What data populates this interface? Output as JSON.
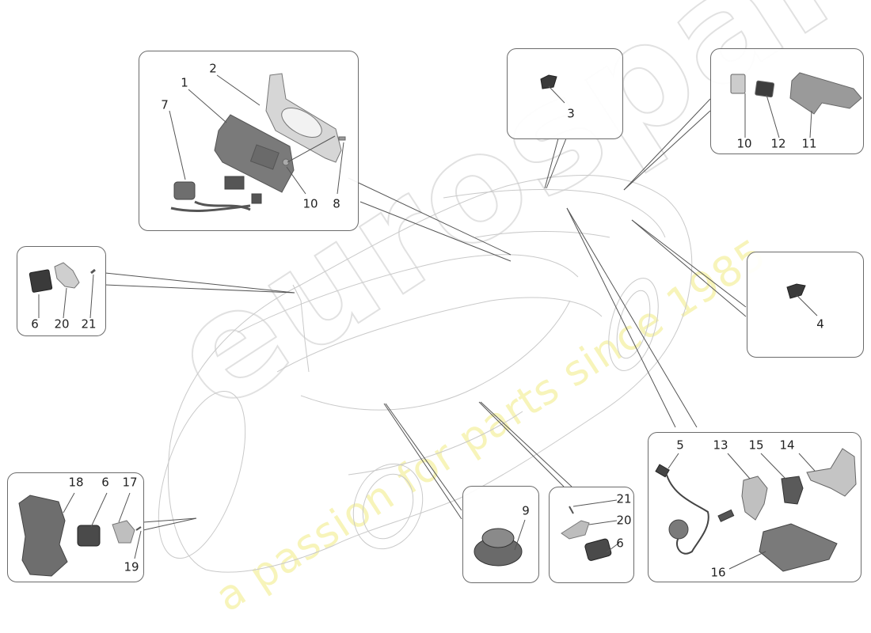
{
  "watermark": {
    "brand": "eurospares",
    "tagline": "a passion for parts since 1985"
  },
  "diagram": {
    "type": "exploded parts diagram",
    "subject": "car body outline with callout boxes of electronic components",
    "groups": [
      {
        "id": "ecu-group",
        "labels": [
          "1",
          "2",
          "7",
          "10",
          "8"
        ]
      },
      {
        "id": "sensor-3-group",
        "labels": [
          "3"
        ]
      },
      {
        "id": "roof-module-group",
        "labels": [
          "10",
          "12",
          "11"
        ]
      },
      {
        "id": "sensor-4-group",
        "labels": [
          "4"
        ]
      },
      {
        "id": "front-camera-group",
        "labels": [
          "6",
          "20",
          "21"
        ]
      },
      {
        "id": "rear-camera-group",
        "labels": [
          "18",
          "6",
          "17",
          "19"
        ]
      },
      {
        "id": "speaker-group",
        "labels": [
          "9"
        ]
      },
      {
        "id": "side-camera-group",
        "labels": [
          "21",
          "20",
          "6"
        ]
      },
      {
        "id": "antenna-group",
        "labels": [
          "5",
          "13",
          "15",
          "14",
          "16"
        ]
      }
    ]
  },
  "labels": {
    "ecu": {
      "l1": "1",
      "l2": "2",
      "l7": "7",
      "l10": "10",
      "l8": "8"
    },
    "s3": {
      "l3": "3"
    },
    "roof": {
      "l10": "10",
      "l12": "12",
      "l11": "11"
    },
    "s4": {
      "l4": "4"
    },
    "front": {
      "l6": "6",
      "l20": "20",
      "l21": "21"
    },
    "rear": {
      "l18": "18",
      "l6": "6",
      "l17": "17",
      "l19": "19"
    },
    "speaker": {
      "l9": "9"
    },
    "side": {
      "l21": "21",
      "l20": "20",
      "l6": "6"
    },
    "antenna": {
      "l5": "5",
      "l13": "13",
      "l15": "15",
      "l14": "14",
      "l16": "16"
    }
  }
}
